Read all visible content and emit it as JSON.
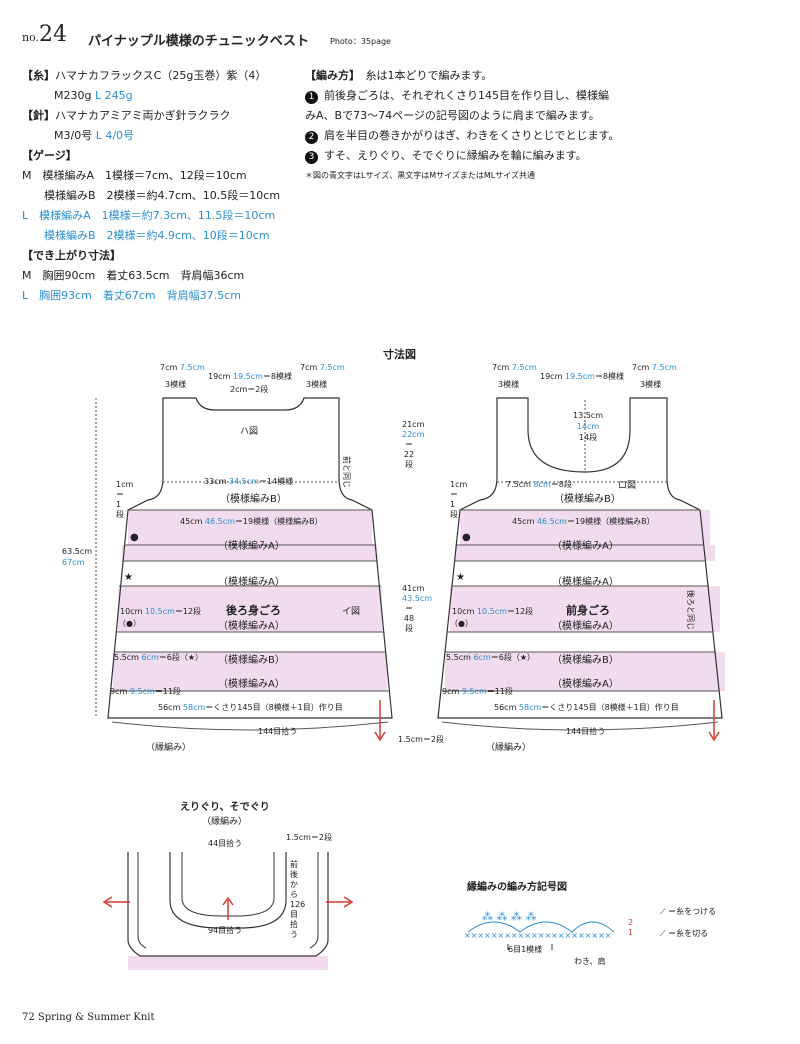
{
  "header": {
    "no_prefix": "no.",
    "no_number": "24",
    "title": "パイナップル模様のチュニックベスト",
    "photo_ref": "Photo：35page"
  },
  "materials": {
    "yarn_label": "【糸】",
    "yarn_name": "ハマナカフラックスC（25g玉巻）紫（4）",
    "yarn_m": "M230g",
    "yarn_l": "L 245g",
    "needle_label": "【針】",
    "needle_name": "ハマナカアミアミ両かぎ針ラクラク",
    "needle_m": "M3/0号",
    "needle_l": "L 4/0号",
    "gauge_label": "【ゲージ】",
    "gauge_m_a": "M　模様編みA　1模様＝7cm、12段＝10cm",
    "gauge_m_b": "模様編みB　2模様＝約4.7cm、10.5段＝10cm",
    "gauge_l_a": "L　模様編みA　1模様＝約7.3cm、11.5段＝10cm",
    "gauge_l_b": "模様編みB　2模様＝約4.9cm、10段＝10cm",
    "size_label": "【でき上がり寸法】",
    "size_m": "M　胸囲90cm　着丈63.5cm　背肩幅36cm",
    "size_l": "L　胸囲93cm　着丈67cm　背肩幅37.5cm"
  },
  "method": {
    "label": "【編み方】",
    "intro": "糸は1本どりで編みます。",
    "step1_a": "前後身ごろは、それぞれくさり145目を作り目し、模様編",
    "step1_b": "みA、Bで73～74ページの記号図のように肩まで編みます。",
    "step2": "肩を半目の巻きかがりはぎ、わきをくさりとじでとじます。",
    "step3": "すそ、えりぐり、そでぐりに縁編みを輪に編みます。",
    "note": "＊図の青文字はLサイズ、黒文字はMサイズまたはMLサイズ共通",
    "bullets": [
      "1",
      "2",
      "3"
    ]
  },
  "diagram": {
    "title": "寸法図",
    "shoulder_m": "7cm",
    "shoulder_l": "7.5cm",
    "shoulder_sts": "3模様",
    "neck_m": "19cm",
    "neck_l": "19.5cm",
    "neck_sts": "＝8模様",
    "neck_rows": "2cm＝2段",
    "back_fig": "ハ図",
    "front_fig": "ロ図",
    "i_fig": "イ図",
    "yoke_m": "33cm",
    "yoke_l": "34.5cm",
    "yoke_sts": "＝14模様",
    "pat_b": "（模様編みB）",
    "pat_a": "（模様編みA）",
    "width_m": "45cm",
    "width_l": "46.5cm",
    "width_sts": "＝19模様（模様編みB）",
    "arm_1": "1cm＝1段",
    "arm_m": "21cm",
    "arm_l": "22cm",
    "arm_rows": "＝22段",
    "body_m": "41cm",
    "body_l": "43.5cm",
    "body_rows": "＝48段",
    "total_m": "63.5cm",
    "total_l": "67cm",
    "back_label": "後ろ身ごろ",
    "front_label": "前身ごろ",
    "sec10_m": "10cm",
    "sec10_l": "10.5cm",
    "sec10_rows": "＝12段",
    "sec10_mark": "（●）",
    "sec55_m": "5.5cm",
    "sec55_l": "6cm",
    "sec55_rows": "＝6段（★）",
    "sec9_m": "9cm",
    "sec9_l": "9.5cm",
    "sec9_rows": "＝11段",
    "hem_m": "56cm",
    "hem_l": "58cm",
    "hem_sts": "＝くさり145目（8模様＋1目）作り目",
    "pickup_144": "144目拾う",
    "edge_label": "（縁編み）",
    "edge_rows": "1.5cm＝2段",
    "same_as_front": "前と同じ",
    "same_as_back": "後ろと同じ",
    "neck_depth_m": "13.5cm",
    "neck_depth_l": "14cm",
    "neck_depth_rows": "14段",
    "front_neck_m": "7.5cm",
    "front_neck_l": "8cm",
    "front_neck_rows": "＝8段",
    "star": "★",
    "dot": "●"
  },
  "edging": {
    "title": "えりぐり、そでぐり",
    "sub": "（縁編み）",
    "pick44": "44目拾う",
    "pick94": "94目拾う",
    "rows": "1.5cm＝2段",
    "pick126_a": "前後から",
    "pick126_b": "126目拾う"
  },
  "chart": {
    "title": "縁編みの編み方記号図",
    "repeat": "6目1模様",
    "side": "わき、肩",
    "row2": "2",
    "row1": "1",
    "legend_attach": "＝糸をつける",
    "legend_cut": "＝糸を切る"
  },
  "footer": {
    "page": "72",
    "book": "Spring & Summer Knit"
  },
  "colors": {
    "pink": "#f1dcee",
    "blue": "#2a8fd0",
    "red": "#d63a2f"
  }
}
